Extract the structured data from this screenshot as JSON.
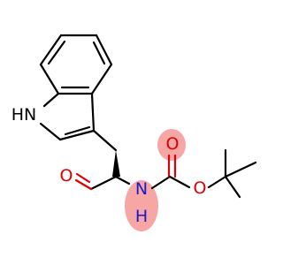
{
  "molecule": {
    "atoms": {
      "indole_nh": "HN",
      "aldehyde_o": "O",
      "amide_n": "N",
      "amide_h": "H",
      "carbonyl_o": "O",
      "ester_o": "O"
    },
    "colors": {
      "bond": "#000000",
      "oxygen": "#e00000",
      "nitrogen": "#1a1acc",
      "highlight": "#f7a6a6"
    }
  }
}
